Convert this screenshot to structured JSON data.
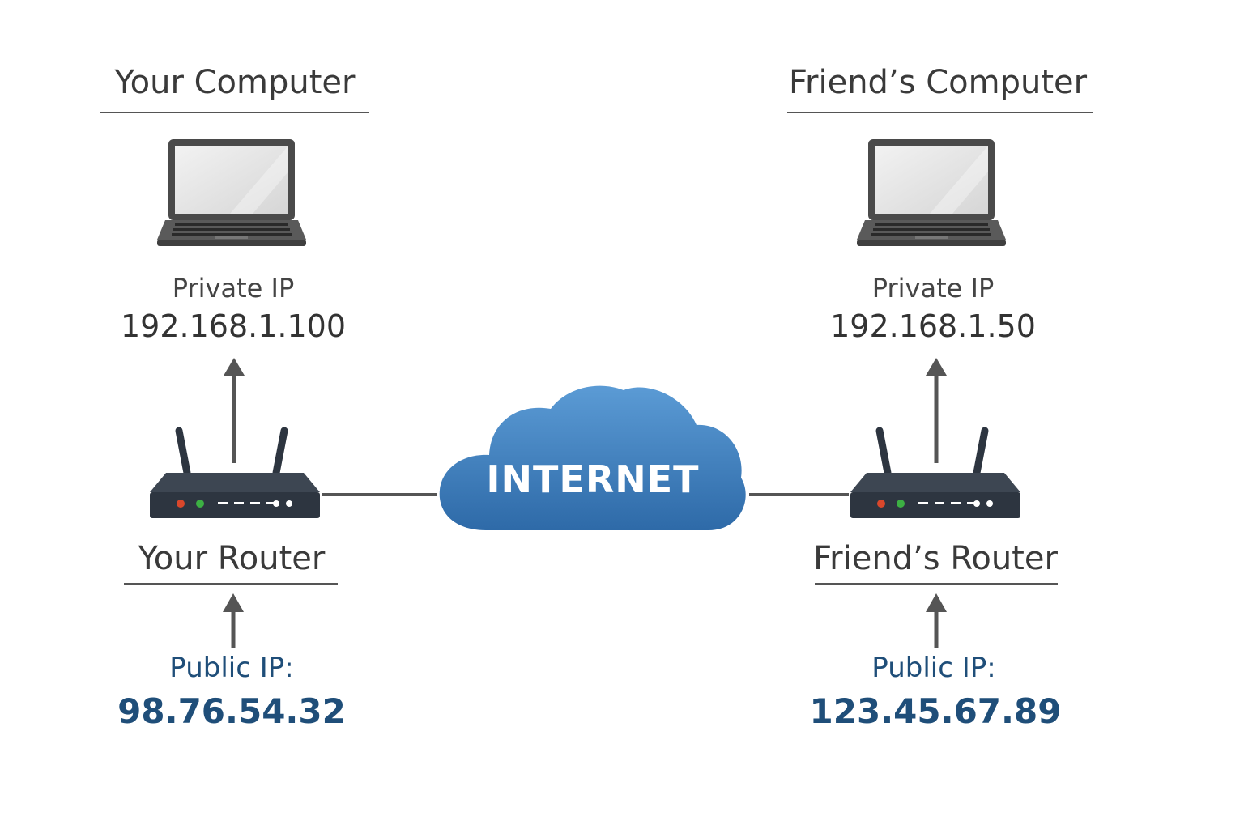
{
  "colors": {
    "text_dark": "#3a3a3a",
    "public_blue": "#1f4e79",
    "cloud_top": "#5b9bd5",
    "cloud_bottom": "#2e6aa8",
    "router_body": "#2d3540",
    "led_red": "#d9472b",
    "led_green": "#3cb043",
    "line": "#555555"
  },
  "left": {
    "computer_title": "Your Computer",
    "private_label": "Private IP",
    "private_ip": "192.168.1.100",
    "router_title": "Your Router",
    "public_label": "Public IP:",
    "public_ip": "98.76.54.32"
  },
  "right": {
    "computer_title": "Friend’s Computer",
    "private_label": "Private IP",
    "private_ip": "192.168.1.50",
    "router_title": "Friend’s Router",
    "public_label": "Public IP:",
    "public_ip": "123.45.67.89"
  },
  "cloud": {
    "label": "INTERNET"
  }
}
